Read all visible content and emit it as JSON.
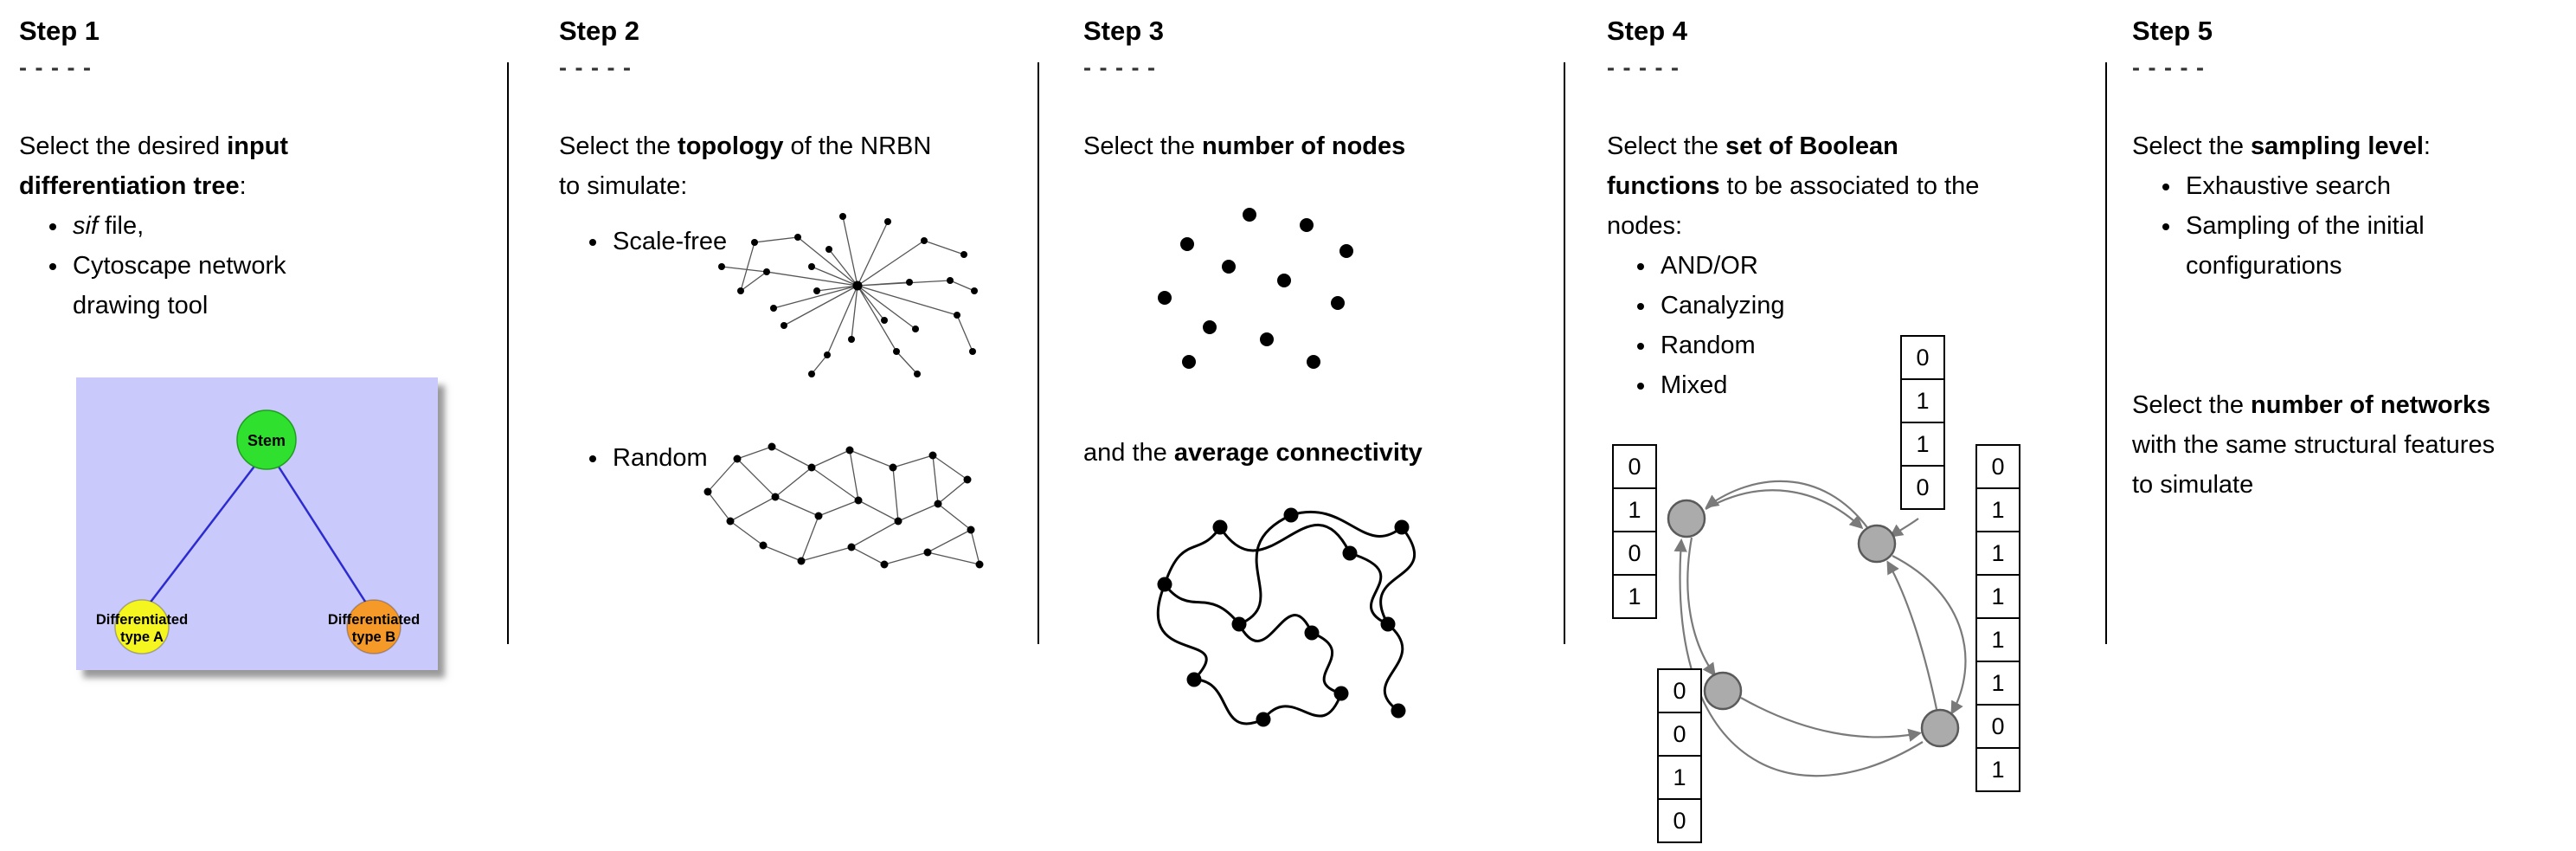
{
  "step1": {
    "title": "Step 1",
    "dashes": "- - - - -",
    "intro": {
      "pre": "Select the desired ",
      "bold": "input differentiation tree",
      "post": ":"
    },
    "bullets": {
      "sif_italic": "sif",
      "sif_rest": " file,",
      "cytoscape": "Cytoscape network drawing tool"
    },
    "tree": {
      "bg_color": "#c9c9fb",
      "edge_color": "#2b2bd0",
      "stem": {
        "label": "Stem",
        "color": "#2fe02f"
      },
      "type_a": {
        "line1": "Differentiated",
        "line2": "type A",
        "color": "#f5f520"
      },
      "type_b": {
        "line1": "Differentiated",
        "line2": "type B",
        "color": "#f59a28"
      }
    }
  },
  "step2": {
    "title": "Step 2",
    "dashes": "- - - - -",
    "intro": {
      "pre": "Select the ",
      "bold": "topology",
      "post": " of the NRBN to simulate:"
    },
    "bullets": {
      "scale_free": "Scale-free",
      "random": "Random"
    }
  },
  "step3": {
    "title": "Step 3",
    "dashes": "- - - - -",
    "intro": {
      "pre": "Select the ",
      "bold": "number of nodes"
    },
    "second": {
      "pre": "and the ",
      "bold": "average connectivity"
    }
  },
  "step4": {
    "title": "Step 4",
    "dashes": "- - - - -",
    "intro": {
      "pre": "Select the ",
      "bold": "set of Boolean functions",
      "post": " to be associated to the nodes:"
    },
    "bullets": {
      "b1": "AND/OR",
      "b2": "Canalyzing",
      "b3": "Random",
      "b4": "Mixed"
    },
    "colors": {
      "node_fill": "#ababab",
      "node_stroke": "#5a5a5a",
      "arrow": "#7a7a7a"
    },
    "tables": {
      "top": [
        "0",
        "1",
        "1",
        "0"
      ],
      "left": [
        "0",
        "1",
        "0",
        "1"
      ],
      "bottom_left": [
        "0",
        "0",
        "1",
        "0"
      ],
      "right": [
        "0",
        "1",
        "1",
        "1",
        "1",
        "1",
        "0",
        "1"
      ]
    }
  },
  "step5": {
    "title": "Step 5",
    "dashes": "- - - - -",
    "intro": {
      "pre": "Select the ",
      "bold": "sampling level",
      "post": ":"
    },
    "bullets": {
      "b1": "Exhaustive search",
      "b2": "Sampling of the initial configurations"
    },
    "second": {
      "pre": "Select the ",
      "bold": "number of networks",
      "post": " with the same structural features to simulate"
    }
  }
}
